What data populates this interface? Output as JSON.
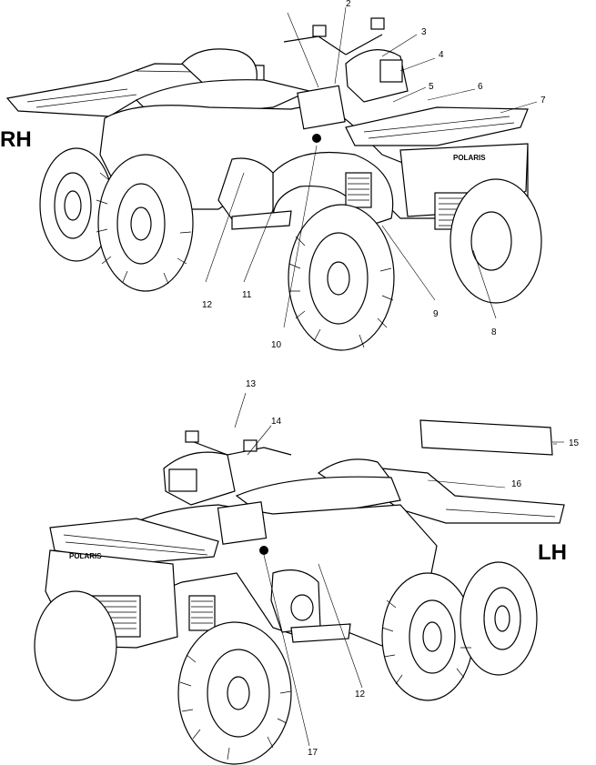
{
  "views": {
    "right": {
      "side_label": "RH"
    },
    "left": {
      "side_label": "LH"
    }
  },
  "callouts_right": [
    "2",
    "3",
    "4",
    "5",
    "6",
    "7",
    "8",
    "9",
    "10",
    "11",
    "12"
  ],
  "callouts_left": [
    "13",
    "14",
    "15",
    "16",
    "12",
    "17"
  ],
  "decal_text": {
    "brand": "POLARIS"
  }
}
